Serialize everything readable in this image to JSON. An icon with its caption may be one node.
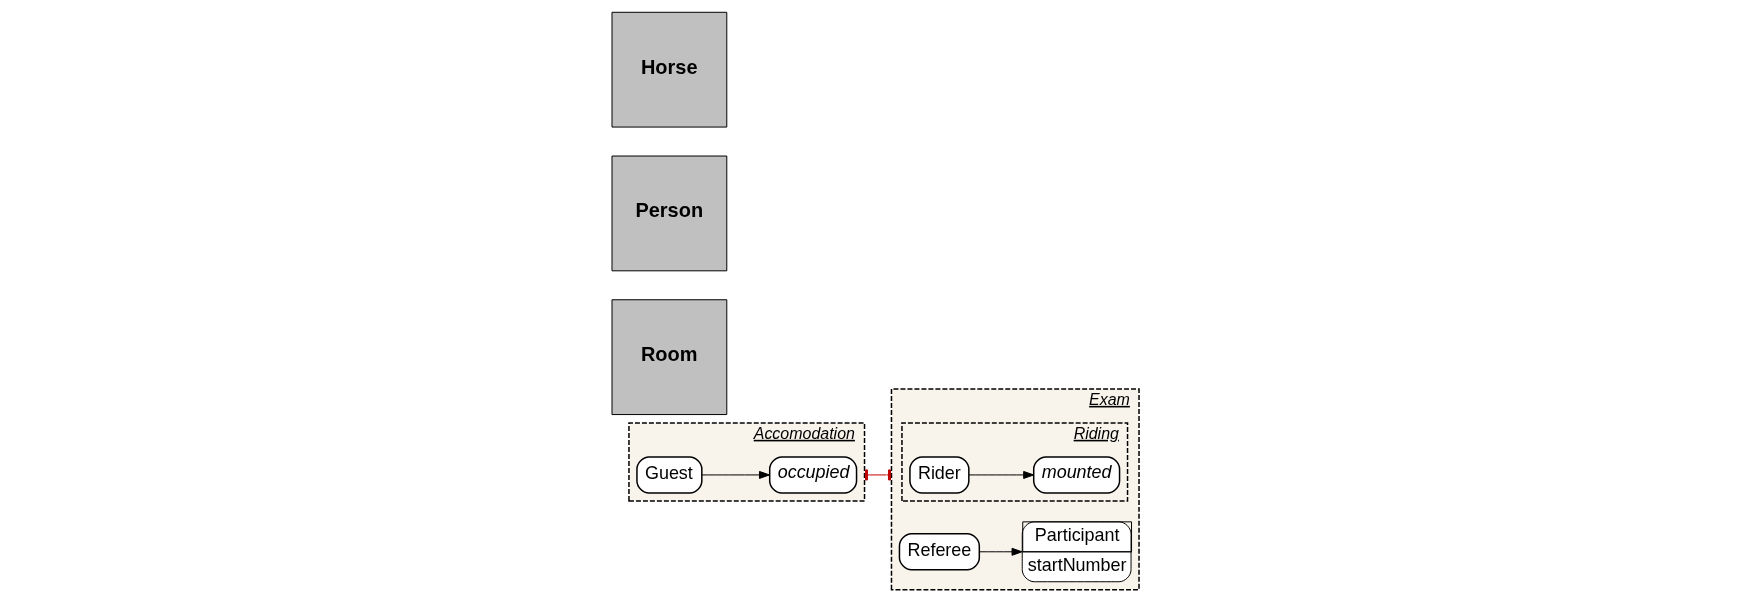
{
  "diagram": {
    "nodes": [
      {
        "text": [
          "Accomodation"
        ]
      },
      {
        "text": [
          "occupied"
        ],
        "in": 0
      },
      {
        "text": [
          "Guest"
        ],
        "in": 0
      },
      {
        "text": [
          "Room"
        ]
      },
      {
        "text": [
          "Person"
        ]
      },
      {
        "text": [
          "Exam"
        ]
      },
      {
        "text": [
          "Riding"
        ],
        "in": 5
      },
      {
        "text": [
          "Rider"
        ],
        "in": 6
      },
      {
        "text": [
          "mounted"
        ],
        "in": 6
      },
      {
        "text": [
          "Horse"
        ]
      },
      {
        "text": [
          "Participant",
          "startNumber"
        ],
        "in": 5
      },
      {
        "text": [
          "Referee"
        ],
        "in": 5
      }
    ],
    "edges": [
      {
        "from": 2,
        "to": 1,
        "arrow": "to"
      },
      {
        "from": 7,
        "to": 8,
        "arrow": "to"
      },
      {
        "from": 11,
        "to": 10,
        "arrow": "to"
      },
      {
        "from": 0,
        "to": 5,
        "arrow": "other",
        "color": "#c00000"
      }
    ]
  }
}
